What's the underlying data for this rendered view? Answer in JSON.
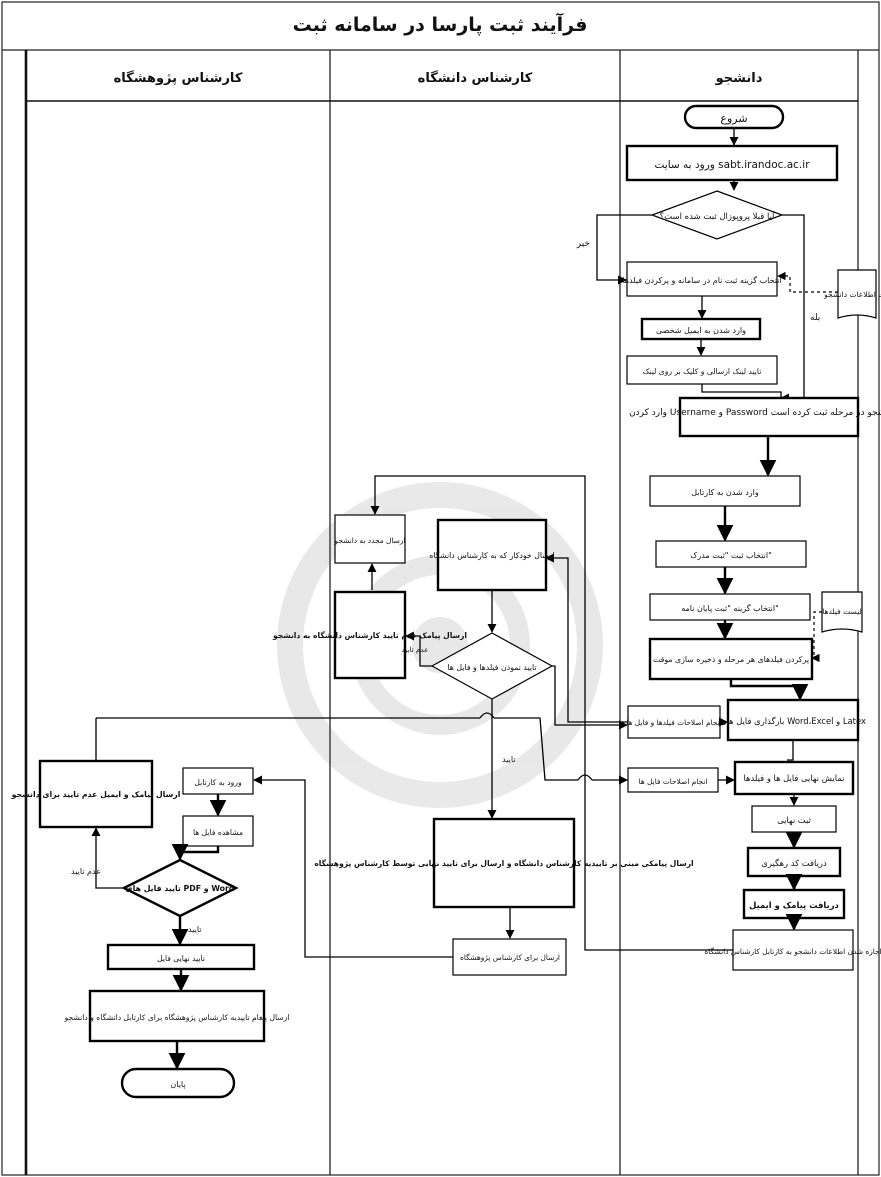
{
  "title": "فرآیند ثبت پارسا در سامانه ثبت",
  "lanes": {
    "institute": "کارشناس پژوهشگاه",
    "university": "کارشناس دانشگاه",
    "student": "دانشجو"
  },
  "student": {
    "start": "شروع",
    "enter_site": "ورود به سایت sabt.irandoc.ac.ir",
    "registered_q": "آیا قبلا پروپوزال ثبت شده است؟",
    "no": "خیر",
    "yes": "بله",
    "choose_register": "انتخاب گزینه ثبت نام در سامانه و پرکردن فیلدها",
    "enter_email": "وارد شدن به ایمیل شخصی",
    "confirm_link": "تایید لینک ارسالی و کلیک بر روی لینک",
    "login": "وارد کردن Username و Password که دانشجو در مرحله ثبت کرده است",
    "enter_cartable": "وارد شدن به کارتابل",
    "select_thesis": "انتخاب ثبت \"ثبت مدرک\"",
    "select_final": "انتخاب گزینه \"ثبت پایان نامه\"",
    "fill_fields": "پرکردن فیلدهای هر مرحله و ذخیره سازی موقت",
    "upload": "بارگذاری فایل های Word،Excel و Latex",
    "show_final": "نمایش نهایی فایل ها و فیلدها",
    "final_reg": "ثبت نهایی",
    "tracking": "دریافت کد رهگیری",
    "sms_email": "دریافت پیامک و ایمیل",
    "access": "اجازه شدن اطلاعات دانشجو به کارتابل کارشناس دانشگاه",
    "note_info": "ثبت اطلاعات دانشجو",
    "note_fields": "لیست فیلدها",
    "fix_fields": "انجام اصلاحات فیلدها و فایل ها",
    "fix_files": "انجام اصلاحات فایل ها"
  },
  "university": {
    "auto_send": "ارسال خودکار که به کارشناس دانشگاه",
    "check_q": "تایید نمودن فیلدها و فایل ها",
    "not_confirmed": "عدم تایید",
    "confirmed": "تایید",
    "reject_sms": "ارسال پیامک عدم تایید کارشناس دانشگاه به دانشجو",
    "resend": "ارسال مجدد به دانشجو",
    "approve_sms": "ارسال پیامکی مبنی بر تاییدیه کارشناس دانشگاه و ارسال برای تایید نهایی توسط کارشناس پژوهشگاه",
    "send_institute": "ارسال برای کارشناس پژوهشگاه"
  },
  "institute": {
    "enter_cartable": "ورود به کارتابل",
    "view_files": "مشاهده فایل ها",
    "check_q": "تایید فایل های PDF و Word",
    "not_confirmed": "عدم تایید",
    "confirmed": "تایید",
    "reject_sms": "ارسال پیامک و ایمیل عدم تایید برای دانشجو",
    "final_confirm": "تایید نهایی فایل",
    "send_msg": "ارسال پیغام تاییدیه کارشناس پژوهشگاه برای کارتابل دانشگاه و دانشجو",
    "end": "پایان"
  }
}
